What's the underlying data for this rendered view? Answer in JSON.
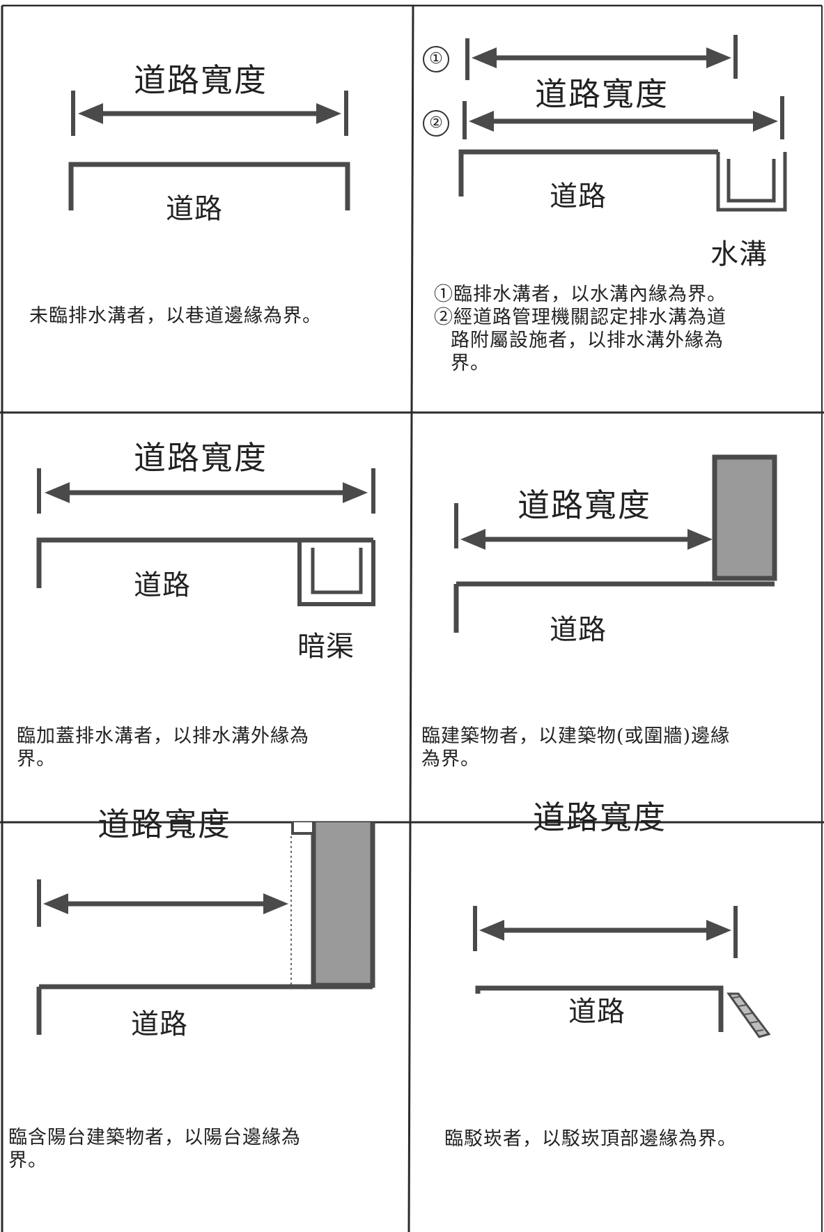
{
  "diagram": {
    "panels": [
      {
        "id": "no-drain",
        "width_label": "道路寬度",
        "road_label": "道路",
        "caption": "未臨排水溝者，以巷道邊緣為界。"
      },
      {
        "id": "open-drain",
        "markers": [
          "①",
          "②"
        ],
        "width_label": "道路寬度",
        "road_label": "道路",
        "drain_label": "水溝",
        "caption_lines": [
          "①臨排水溝者，以水溝內緣為界。",
          "②經道路管理機關認定排水溝為道",
          "路附屬設施者，以排水溝外緣為",
          "界。"
        ]
      },
      {
        "id": "covered-drain",
        "width_label": "道路寬度",
        "road_label": "道路",
        "drain_label": "暗渠",
        "caption_lines": [
          "臨加蓋排水溝者，以排水溝外緣為",
          "界。"
        ]
      },
      {
        "id": "building",
        "width_label": "道路寬度",
        "road_label": "道路",
        "caption_lines": [
          "臨建築物者，以建築物(或圍牆)邊緣",
          "為界。"
        ]
      },
      {
        "id": "balcony-building",
        "width_label": "道路寬度",
        "road_label": "道路",
        "caption_lines": [
          "臨含陽台建築物者，以陽台邊緣為",
          "界。"
        ]
      },
      {
        "id": "embankment",
        "width_label": "道路寬度",
        "road_label": "道路",
        "caption": "臨駁崁者，以駁崁頂部邊緣為界。"
      }
    ],
    "colors": {
      "line": "#4a4a4a",
      "grid": "#2b2b2b",
      "building_fill": "#9a9a9a"
    }
  }
}
